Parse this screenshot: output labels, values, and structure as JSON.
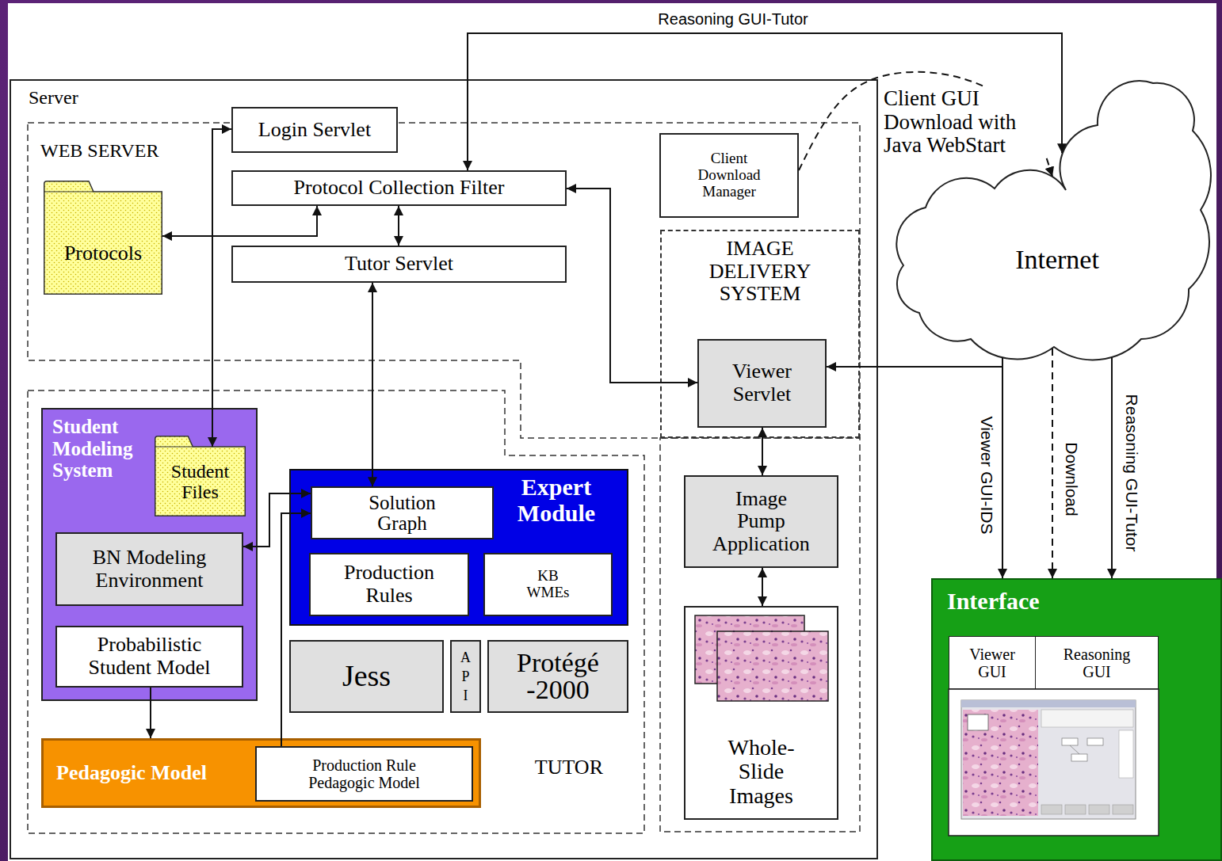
{
  "diagram": {
    "nodes": [
      {
        "text": [
          "Server"
        ]
      },
      {
        "text": [
          "WEB SERVER"
        ],
        "in": 0
      },
      {
        "text": [
          "Login Servlet"
        ],
        "in": 1
      },
      {
        "text": [
          "Protocol Collection Filter"
        ],
        "in": 1
      },
      {
        "text": [
          "Protocols"
        ],
        "in": 1
      },
      {
        "text": [
          "Tutor Servlet"
        ],
        "in": 1
      },
      {
        "text": [
          "Client Download Manager"
        ],
        "in": 1
      },
      {
        "text": [
          "IMAGE DELIVERY SYSTEM"
        ],
        "in": 1
      },
      {
        "text": [
          "Viewer Servlet"
        ],
        "in": 7
      },
      {
        "text": [
          "TUTOR"
        ],
        "in": 0
      },
      {
        "text": [
          "Student Modeling System"
        ],
        "in": 9
      },
      {
        "text": [
          "Student Files"
        ],
        "in": 10
      },
      {
        "text": [
          "BN Modeling Environment"
        ],
        "in": 10
      },
      {
        "text": [
          "Probabilistic Student Model"
        ],
        "in": 10
      },
      {
        "text": [
          "Expert Module"
        ],
        "in": 9
      },
      {
        "text": [
          "Solution Graph"
        ],
        "in": 14
      },
      {
        "text": [
          "Production Rules"
        ],
        "in": 14
      },
      {
        "text": [
          "KB WMEs"
        ],
        "in": 14
      },
      {
        "text": [
          "Jess"
        ],
        "in": 9
      },
      {
        "text": [
          "A P I"
        ],
        "in": 9
      },
      {
        "text": [
          "Protégé -2000"
        ],
        "in": 9
      },
      {
        "text": [
          "Pedagogic Model"
        ],
        "in": 9
      },
      {
        "text": [
          "Production Rule Pedagogic Model"
        ],
        "in": 21
      },
      {
        "text": [
          "Image Pump Application"
        ],
        "in": 0
      },
      {
        "text": [
          "Whole-Slide Images"
        ],
        "in": 0
      },
      {
        "text": [
          "Internet"
        ]
      },
      {
        "text": [
          "Interface"
        ]
      },
      {
        "text": [
          "Viewer GUI"
        ],
        "in": 26
      },
      {
        "text": [
          "Reasoning GUI"
        ],
        "in": 26
      }
    ],
    "edges": [
      {
        "from": 25,
        "to": 3,
        "arrow": "both",
        "label": "Reasoning GUI-Tutor"
      },
      {
        "from": 6,
        "to": 25,
        "arrow": "to",
        "label": "Client GUI Download with Java WebStart"
      },
      {
        "from": 25,
        "to": 8,
        "arrow": "to"
      },
      {
        "from": 25,
        "to": 26,
        "arrow": "to",
        "label": "Viewer GUI-IDS"
      },
      {
        "from": 25,
        "to": 26,
        "arrow": "to",
        "label": "Download"
      },
      {
        "from": 25,
        "to": 26,
        "arrow": "to",
        "label": "Reasoning GUI-Tutor"
      },
      {
        "from": 2,
        "to": 11,
        "arrow": "both"
      },
      {
        "from": 3,
        "to": 4,
        "arrow": "both"
      },
      {
        "from": 3,
        "to": 5,
        "arrow": "both"
      },
      {
        "from": 3,
        "to": 8,
        "arrow": "both"
      },
      {
        "from": 5,
        "to": 15,
        "arrow": "both"
      },
      {
        "from": 15,
        "to": 12,
        "arrow": "both"
      },
      {
        "from": 13,
        "to": 21,
        "arrow": "to"
      },
      {
        "from": 22,
        "to": 15,
        "arrow": "to"
      },
      {
        "from": 8,
        "to": 23,
        "arrow": "both"
      },
      {
        "from": 23,
        "to": 24,
        "arrow": "both"
      }
    ]
  }
}
